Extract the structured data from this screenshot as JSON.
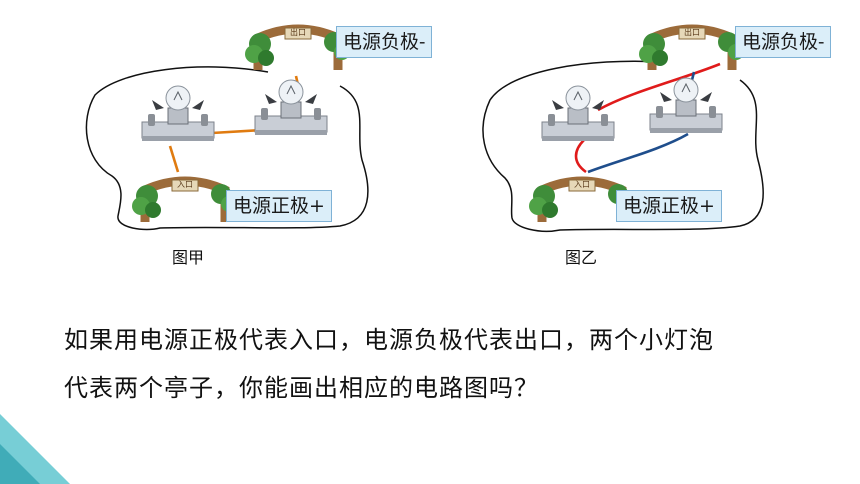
{
  "figures": [
    {
      "caption": "图甲",
      "exit_sign": "出口",
      "entry_sign": "入口",
      "negative_label": "电源负极-",
      "positive_label": "电源正极+",
      "wire_color": "#e07b10"
    },
    {
      "caption": "图乙",
      "exit_sign": "出口",
      "entry_sign": "入口",
      "negative_label": "电源负极-",
      "positive_label": "电源正极+",
      "wire_colors": [
        "#e01b1b",
        "#1f4e8c"
      ]
    }
  ],
  "question": {
    "line1": "如果用电源正极代表入口，电源负极代表出口，两个小灯泡",
    "line2": "代表两个亭子，你能画出相应的电路图吗？"
  },
  "colors": {
    "loop": "#111111",
    "label_bg": "#dbeef9",
    "accent": "#5fc6cf"
  }
}
